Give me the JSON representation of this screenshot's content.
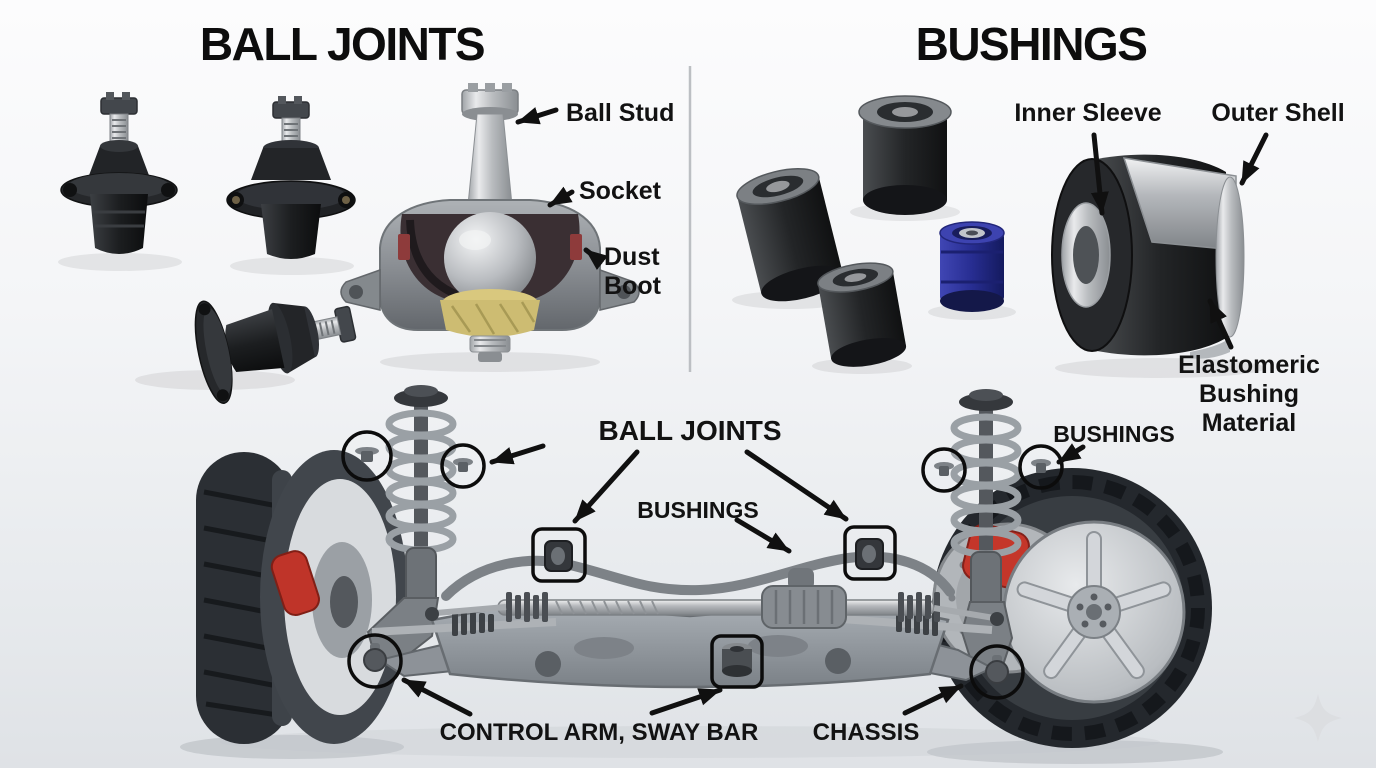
{
  "ball_joints_section": {
    "title": "BALL JOINTS",
    "labels": {
      "ball_stud": "Ball Stud",
      "socket": "Socket",
      "dust_boot": "Dust\nBoot"
    }
  },
  "bushings_section": {
    "title": "BUSHINGS",
    "labels": {
      "inner_sleeve": "Inner Sleeve",
      "outer_shell": "Outer Shell",
      "elastomeric": "Elastomeric\nBushing Material"
    }
  },
  "assembly_section": {
    "labels": {
      "ball_joints": "BALL JOINTS",
      "bushings_center": "BUSHINGS",
      "bushings_right": "BUSHINGS",
      "control_arm_sway_bar": "CONTROL ARM, SWAY BAR",
      "chassis": "CHASSIS"
    }
  },
  "colors": {
    "caliper_red": "#c4362a",
    "polyurethane_blue": "#272d91",
    "label_text": "#121212",
    "background_top": "#fcfcfd",
    "background_bottom": "#dfe2e6"
  }
}
